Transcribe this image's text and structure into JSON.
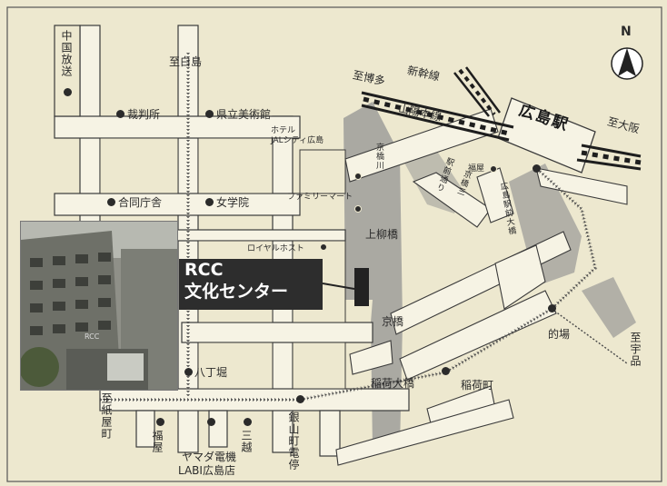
{
  "map": {
    "compass_label": "N",
    "venue": {
      "line1": "RCC",
      "line2": "文化センター"
    },
    "station": "広島駅",
    "rail_lines": {
      "shinkansen": "新幹線",
      "sanyo": "山陽本線",
      "to_hakata": "至博多",
      "to_osaka": "至大阪"
    },
    "roads": {
      "to_hakushima": "至白島",
      "to_kamiyacho": "至紙屋町",
      "to_ujina": "至宇品"
    },
    "tram_stops": {
      "hatchobori": "八丁堀",
      "kanayamacho": "銀山町電停",
      "inaricho": "稲荷町",
      "matoba": "的場",
      "hiroshima_ekimae": "広島駅前大橋"
    },
    "bridges": {
      "kamiyanagi": "上柳橋",
      "kyobashi": "京橋",
      "inari_ohashi": "稲荷大橋"
    },
    "river": "京橋川",
    "landmarks": {
      "chugoku_hoso": "中国放送",
      "saibansho": "裁判所",
      "bijutsukan": "県立美術館",
      "godo_chosha": "合同庁舎",
      "jogakuin": "女学院",
      "hotel": "ホテル",
      "jal_city": "JALシティ広島",
      "family_mart": "ファミリーマート",
      "royal_host": "ロイヤルホスト",
      "fukuya_ekimae": "福屋",
      "ekimae_dori": "駅前通り",
      "shinmichi_3": "京橋三",
      "fukuya": "福屋",
      "yamada": "ヤマダ電機",
      "labi": "LABI広島店",
      "mitsukoshi": "三越"
    }
  },
  "photo": {
    "sign": "RCC"
  },
  "colors": {
    "paper": "#ede8cf",
    "road": "#f6f3e4",
    "river": "#9e9e9a",
    "ink": "#2a2a2a"
  }
}
